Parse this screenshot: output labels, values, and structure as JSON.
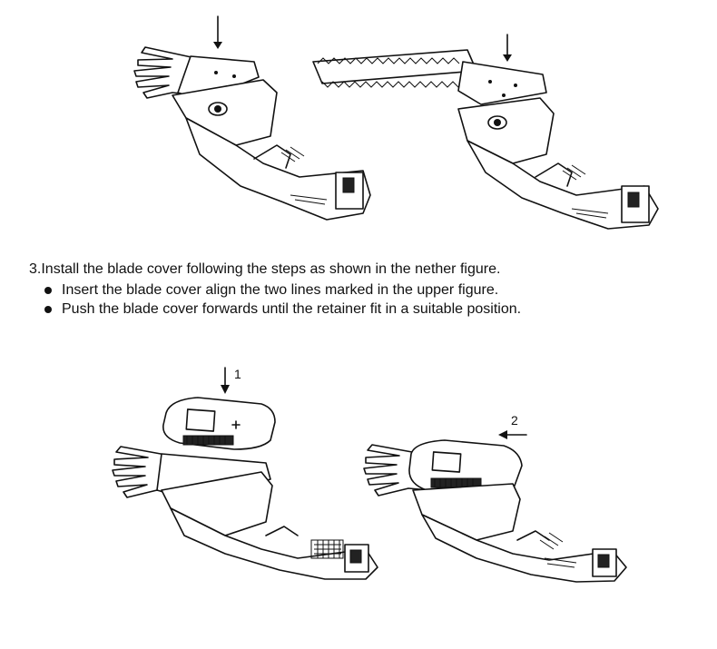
{
  "instructions": {
    "step": "3.Install the blade cover following the steps as shown in the nether figure.",
    "bullets": [
      "Insert the blade cover align the two lines marked in the upper figure.",
      "Push the blade cover forwards until the retainer fit in a suitable position."
    ]
  },
  "callouts": {
    "step1": "1",
    "step2": "2"
  },
  "figures": [
    "shear-blade-attachment",
    "hedge-blade-attachment",
    "blade-cover-insert",
    "blade-cover-push-forward"
  ]
}
